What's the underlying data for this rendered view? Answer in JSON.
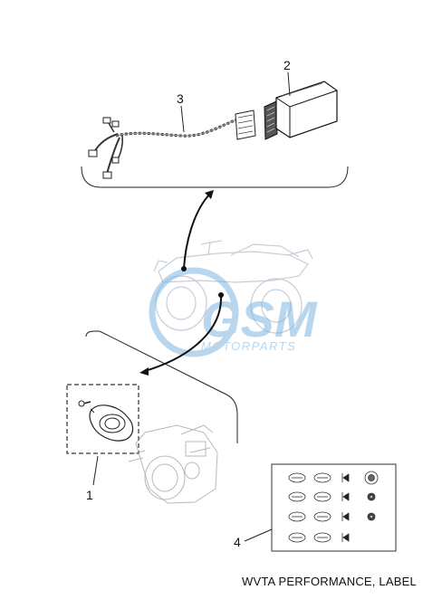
{
  "callouts": {
    "c1": "1",
    "c2": "2",
    "c3": "3",
    "c4": "4"
  },
  "watermark": {
    "brand": "GSM",
    "sub": "MOTORPARTS"
  },
  "caption": "WVTA PERFORMANCE, LABEL",
  "colors": {
    "line": "#1a1a1a",
    "watermark": "#7fb6e0",
    "dash": "#333333"
  }
}
